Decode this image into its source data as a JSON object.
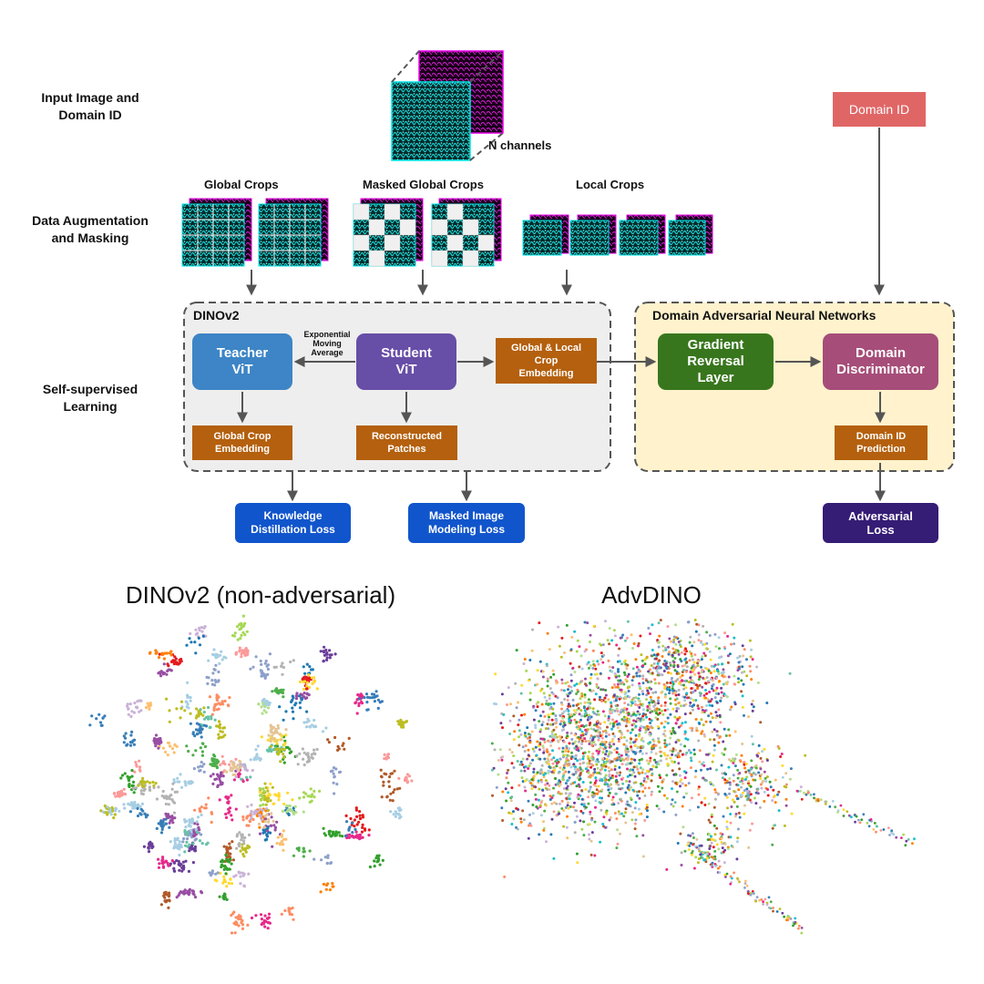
{
  "row_labels": {
    "input": "Input Image and\nDomain ID",
    "augment": "Data Augmentation\nand Masking",
    "ssl": "Self-supervised\nLearning"
  },
  "n_channels": "N channels",
  "domain_id": "Domain ID",
  "crops": {
    "global": "Global Crops",
    "masked": "Masked Global Crops",
    "local": "Local Crops"
  },
  "dinov2": {
    "title": "DINOv2",
    "teacher": "Teacher\nViT",
    "student": "Student\nViT",
    "ema": "Exponential\nMoving\nAverage",
    "global_local": "Global & Local\nCrop\nEmbedding",
    "global_crop_emb": "Global Crop\nEmbedding",
    "recon": "Reconstructed\nPatches"
  },
  "dann": {
    "title": "Domain Adversarial Neural Networks",
    "grl": "Gradient\nReversal\nLayer",
    "disc": "Domain\nDiscriminator",
    "pred": "Domain ID\nPrediction"
  },
  "losses": {
    "kd": "Knowledge\nDistillation Loss",
    "mim": "Masked Image\nModeling Loss",
    "adv": "Adversarial\nLoss"
  },
  "plots": {
    "left_title": "DINOv2 (non-adversarial)",
    "right_title": "AdvDINO"
  },
  "colors": {
    "teacher": "#3d85c6",
    "student": "#674ea7",
    "embedding": "#b4600e",
    "grl": "#38761d",
    "discriminator": "#a64d79",
    "domain_id": "#e06666",
    "loss_blue": "#1155cc",
    "loss_purple": "#351c75",
    "dinov2_bg": "#eeeeee",
    "dann_bg": "#fff2cc",
    "cyan_channel": "#00e5e5",
    "magenta_channel": "#e600e6"
  }
}
